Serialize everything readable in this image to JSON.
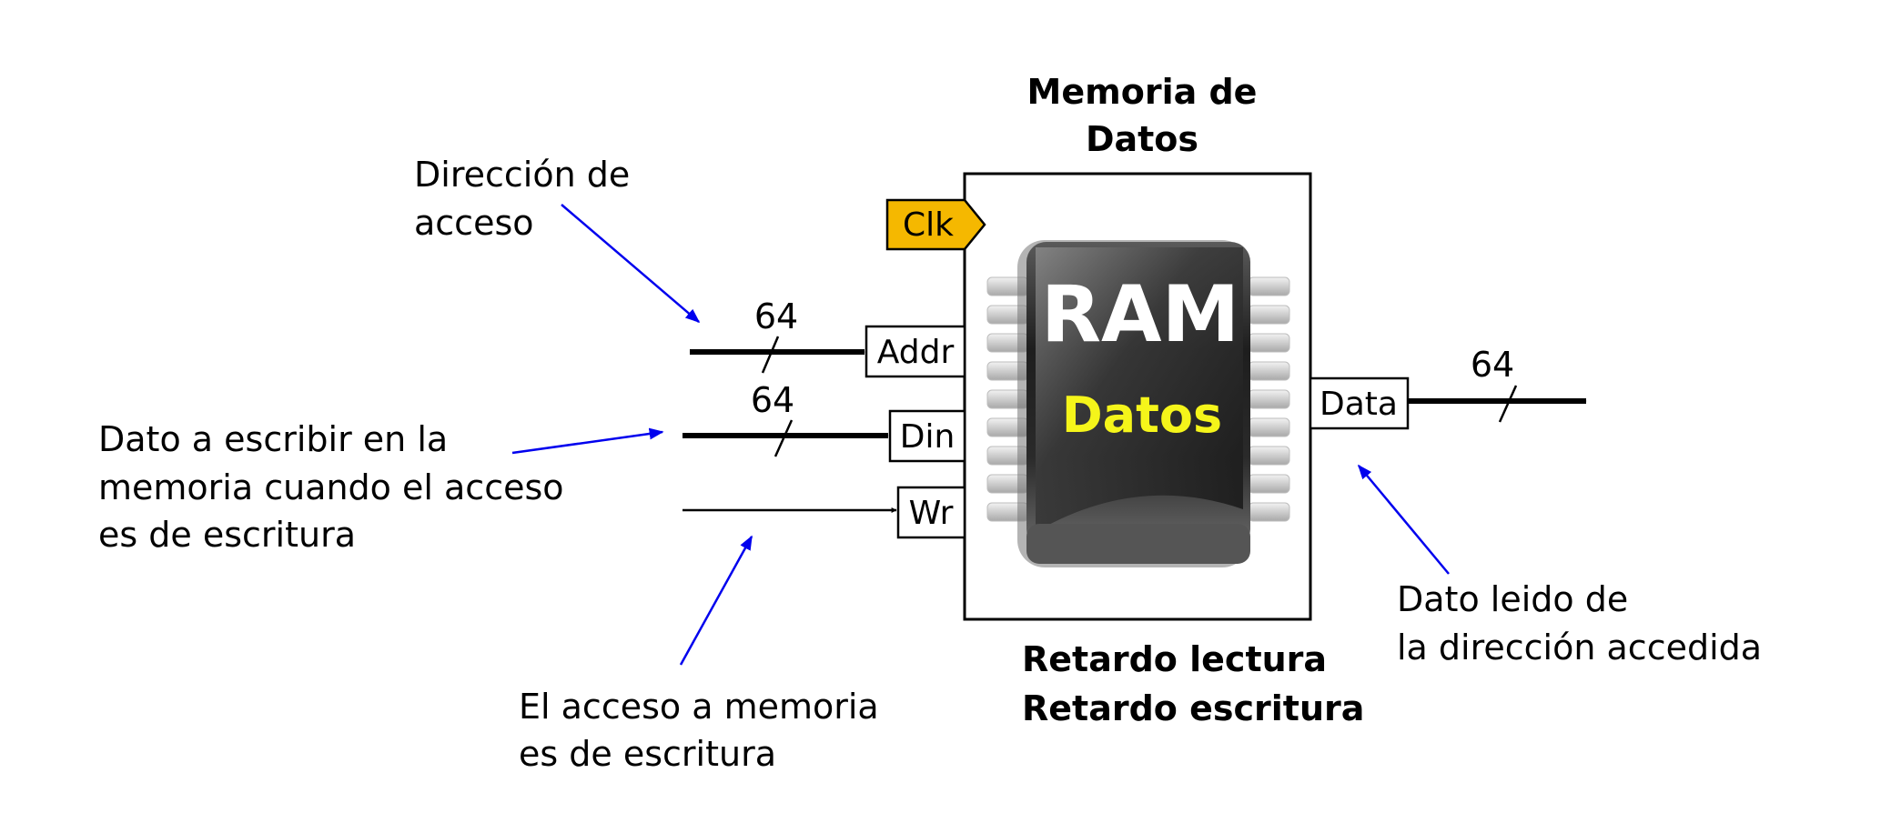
{
  "memory": {
    "title_line1": "Memoria de",
    "title_line2": "Datos",
    "chip_label": "RAM",
    "chip_sublabel": "Datos",
    "delay_read": "Retardo lectura",
    "delay_write": "Retardo escritura"
  },
  "ports": {
    "clk": "Clk",
    "addr": "Addr",
    "din": "Din",
    "wr": "Wr",
    "data": "Data"
  },
  "bus_widths": {
    "addr": "64",
    "din": "64",
    "data": "64"
  },
  "annotations": {
    "address_line1": "Dirección de",
    "address_line2": "acceso",
    "din_line1": "Dato a escribir en la",
    "din_line2": "memoria cuando el acceso",
    "din_line3": "es de escritura",
    "wr_line1": "El acceso a memoria",
    "wr_line2": "es de escritura",
    "data_line1": "Dato leido de",
    "data_line2": "la dirección accedida"
  },
  "colors": {
    "clk_fill": "#f5b800",
    "annotation_arrow": "#0000ee",
    "chip_label": "#ffffff",
    "chip_sublabel": "#f5f51a"
  }
}
